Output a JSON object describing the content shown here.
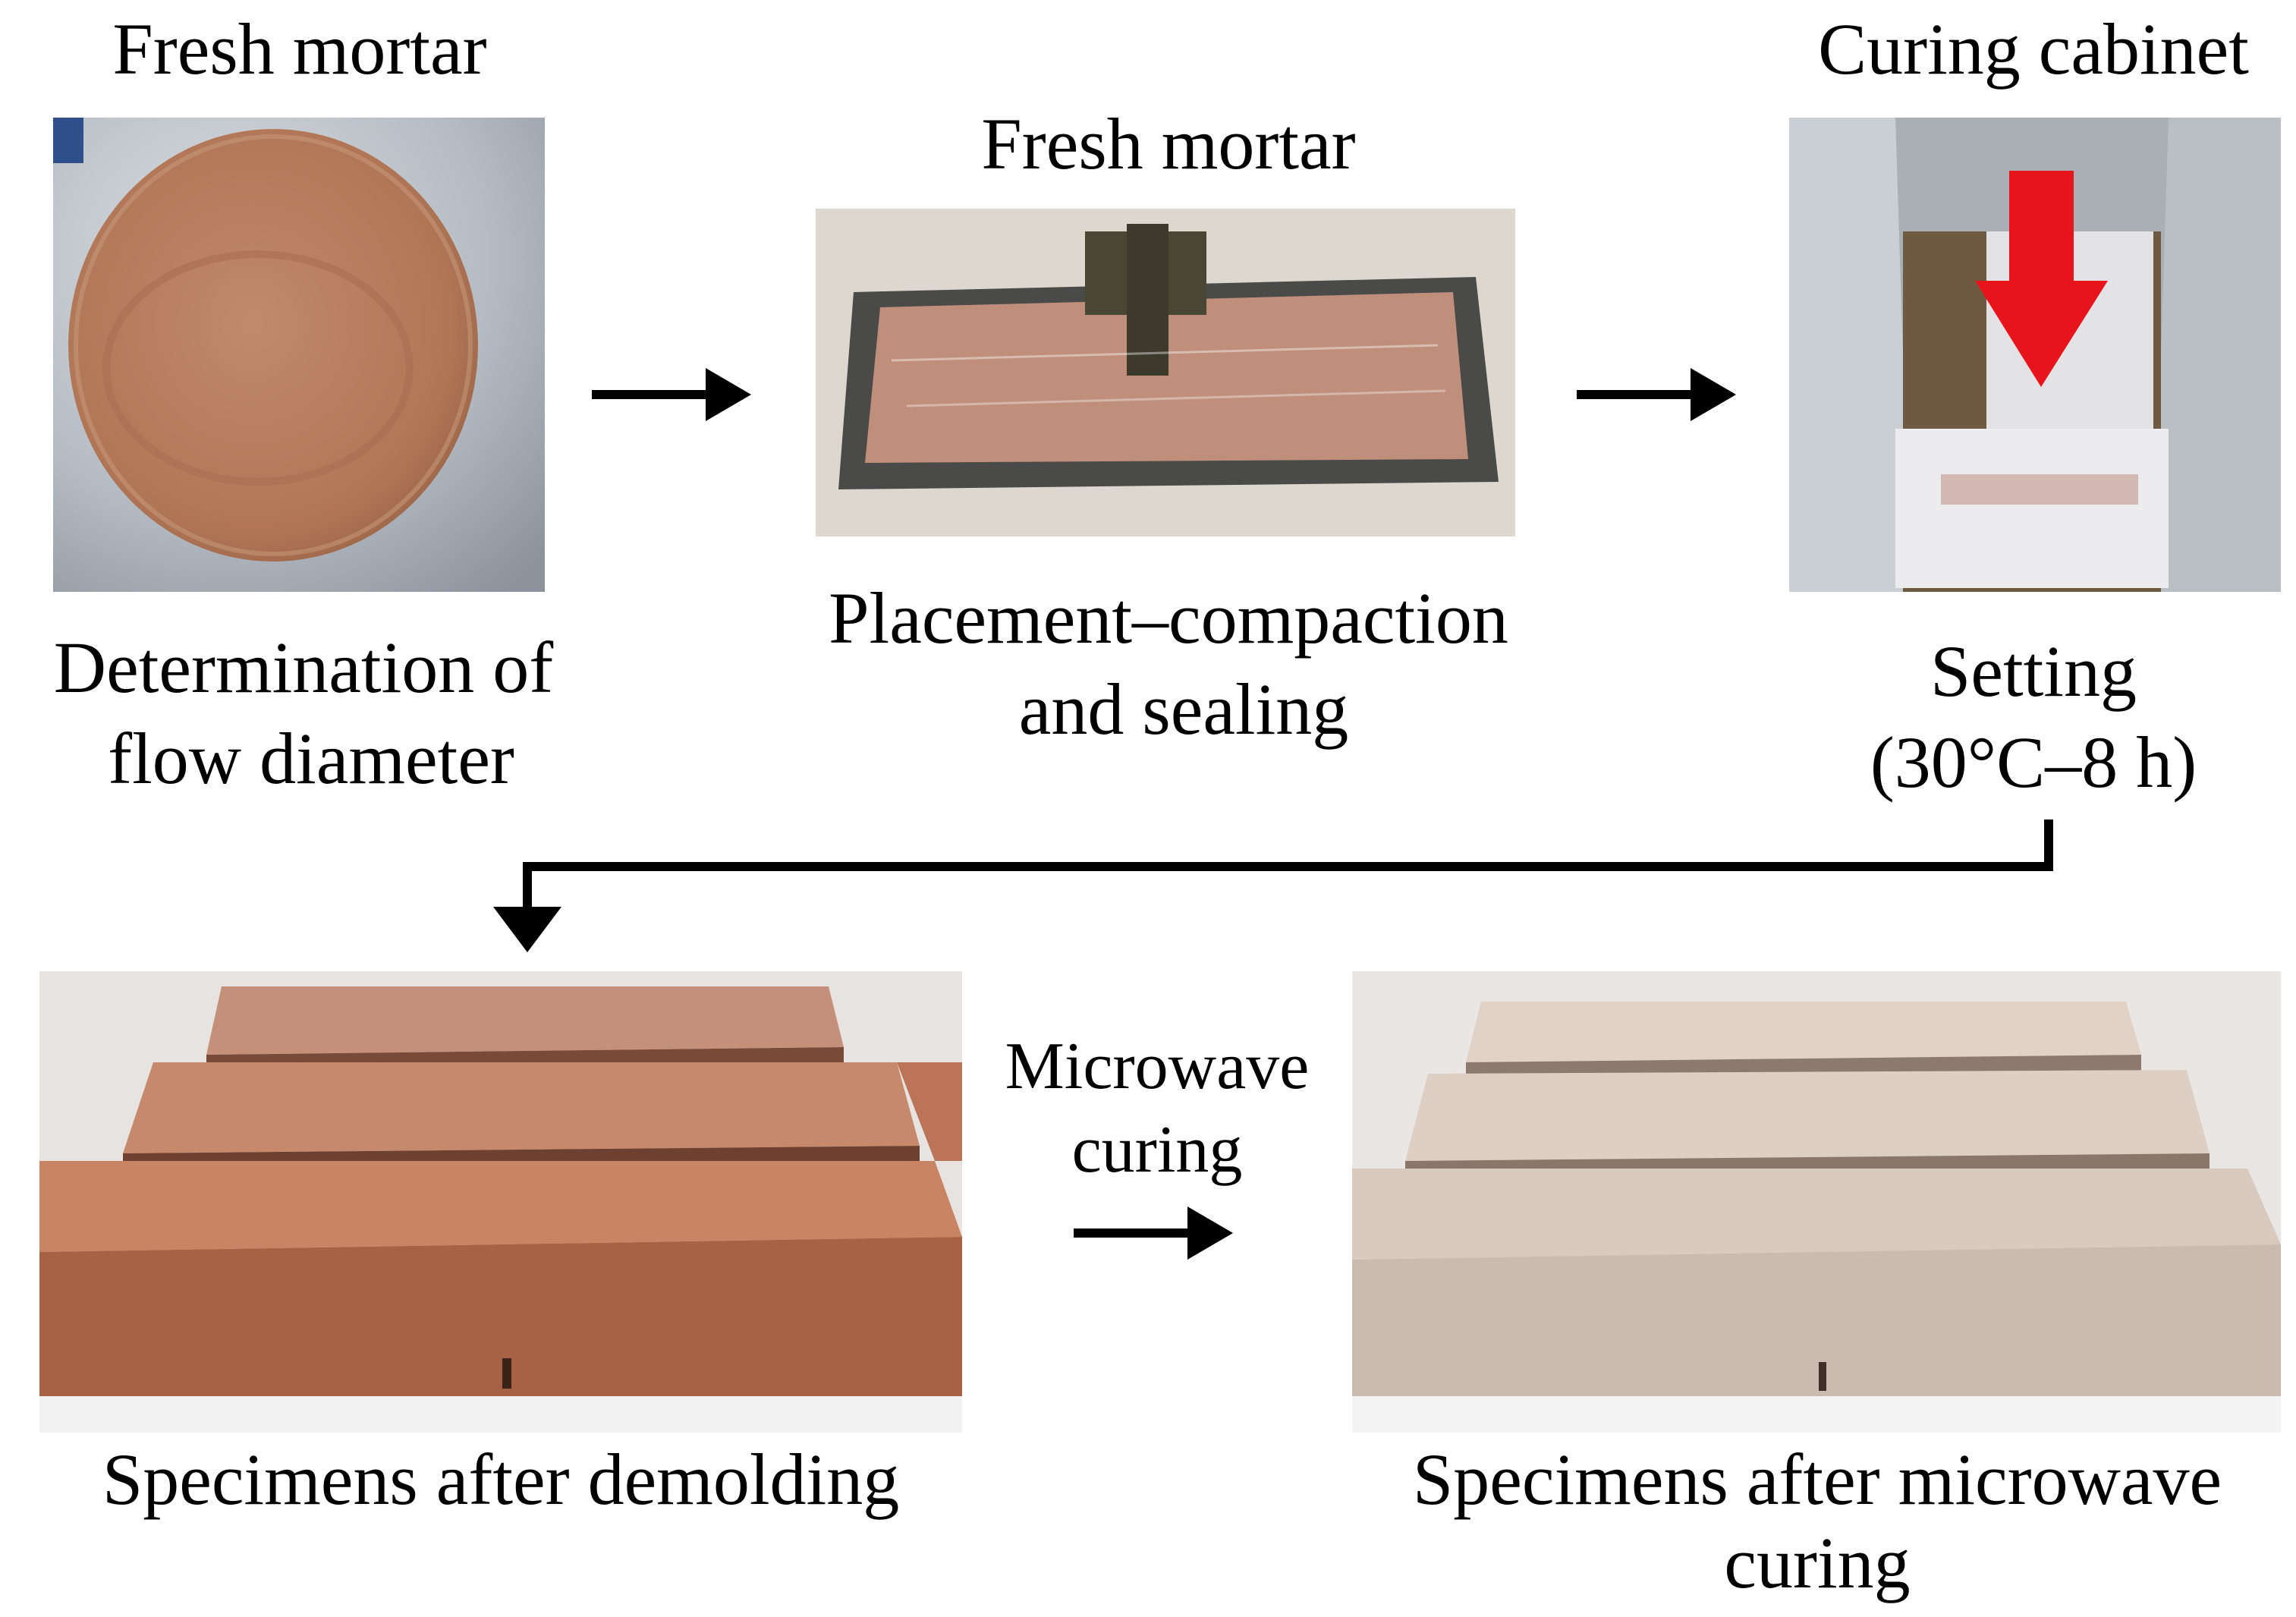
{
  "step1": {
    "top_label": "Fresh mortar",
    "bottom_label_line1": "Determination of",
    "bottom_label_line2": "flow diameter"
  },
  "step2": {
    "top_label": "Fresh mortar",
    "bottom_label_line1": "Placement–compaction",
    "bottom_label_line2": "and sealing"
  },
  "step3": {
    "top_label": "Curing cabinet",
    "bottom_label_line1": "Setting",
    "bottom_label_line2": "(30°C–8 h)"
  },
  "step4": {
    "bottom_label": "Specimens after demolding"
  },
  "step5": {
    "bottom_label_line1": "Specimens after microwave",
    "bottom_label_line2": "curing"
  },
  "transition": {
    "label_line1": "Microwave",
    "label_line2": "curing"
  },
  "colors": {
    "arrow": "#000000",
    "highlight_arrow": "#e8141b",
    "mortar_fresh": "#b57a5c",
    "specimen_demolded": "#b97656",
    "specimen_cured": "#dccdc3"
  }
}
